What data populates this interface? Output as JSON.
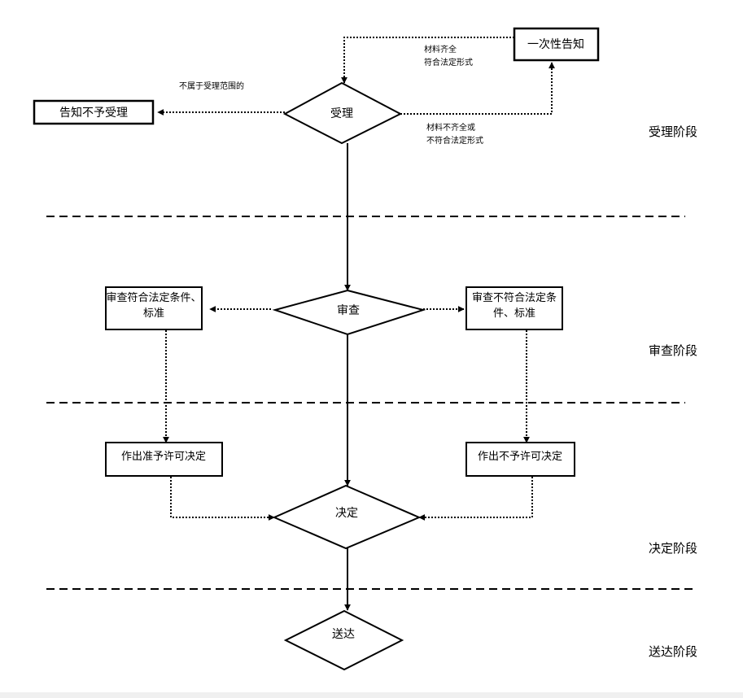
{
  "nodes": {
    "accept": "受理",
    "one_time_notice": "一次性告知",
    "notify_reject": "告知不予受理",
    "review": "审查",
    "review_ok_line1": "审查符合法定条件、",
    "review_ok_line2": "标准",
    "review_fail_line1": "审查不符合法定条",
    "review_fail_line2": "件、标准",
    "grant_decision": "作出准予许可决定",
    "deny_decision": "作出不予许可决定",
    "decide": "决定",
    "deliver": "送达"
  },
  "edge_labels": {
    "complete_line1": "材料齐全",
    "complete_line2": "符合法定形式",
    "out_of_scope": "不属于受理范围的",
    "incomplete_line1": "材料不齐全或",
    "incomplete_line2": "不符合法定形式"
  },
  "stages": {
    "acceptance": "受理阶段",
    "review": "审查阶段",
    "decision": "决定阶段",
    "delivery": "送达阶段"
  }
}
